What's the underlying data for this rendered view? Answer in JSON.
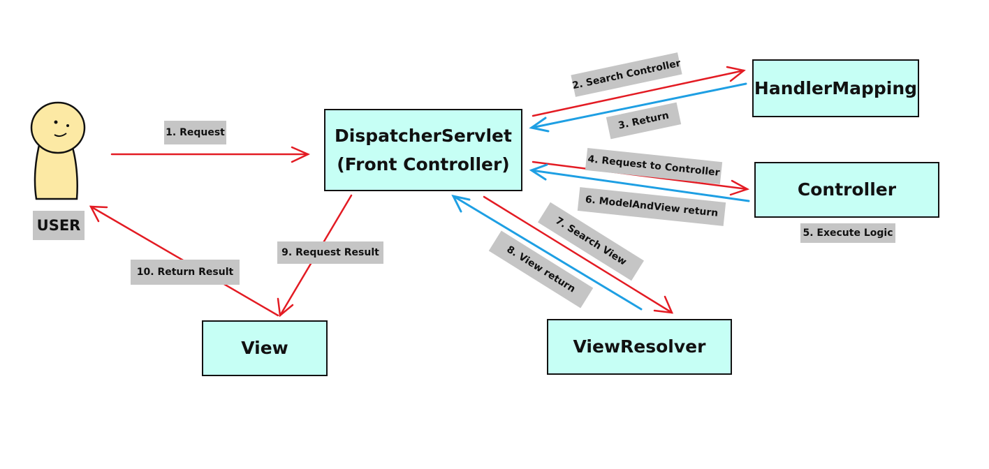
{
  "colors": {
    "box_fill": "#c6fff5",
    "request_arrow": "#e31b23",
    "return_arrow": "#1e9fe3",
    "label_bg": "#c5c5c5",
    "user_fill": "#fce9a4"
  },
  "user": {
    "label": "USER",
    "icon": "stick-figure-user-icon"
  },
  "nodes": {
    "dispatcher_line1": "DispatcherServlet",
    "dispatcher_line2": "(Front Controller)",
    "handler_mapping": "HandlerMapping",
    "controller": "Controller",
    "view": "View",
    "view_resolver": "ViewResolver"
  },
  "steps": {
    "s1": "1. Request",
    "s2": "2. Search Controller",
    "s3": "3. Return",
    "s4": "4. Request to Controller",
    "s5": "5. Execute Logic",
    "s6": "6. ModelAndView return",
    "s7": "7. Search View",
    "s8": "8. View return",
    "s9": "9. Request Result",
    "s10": "10. Return Result"
  }
}
